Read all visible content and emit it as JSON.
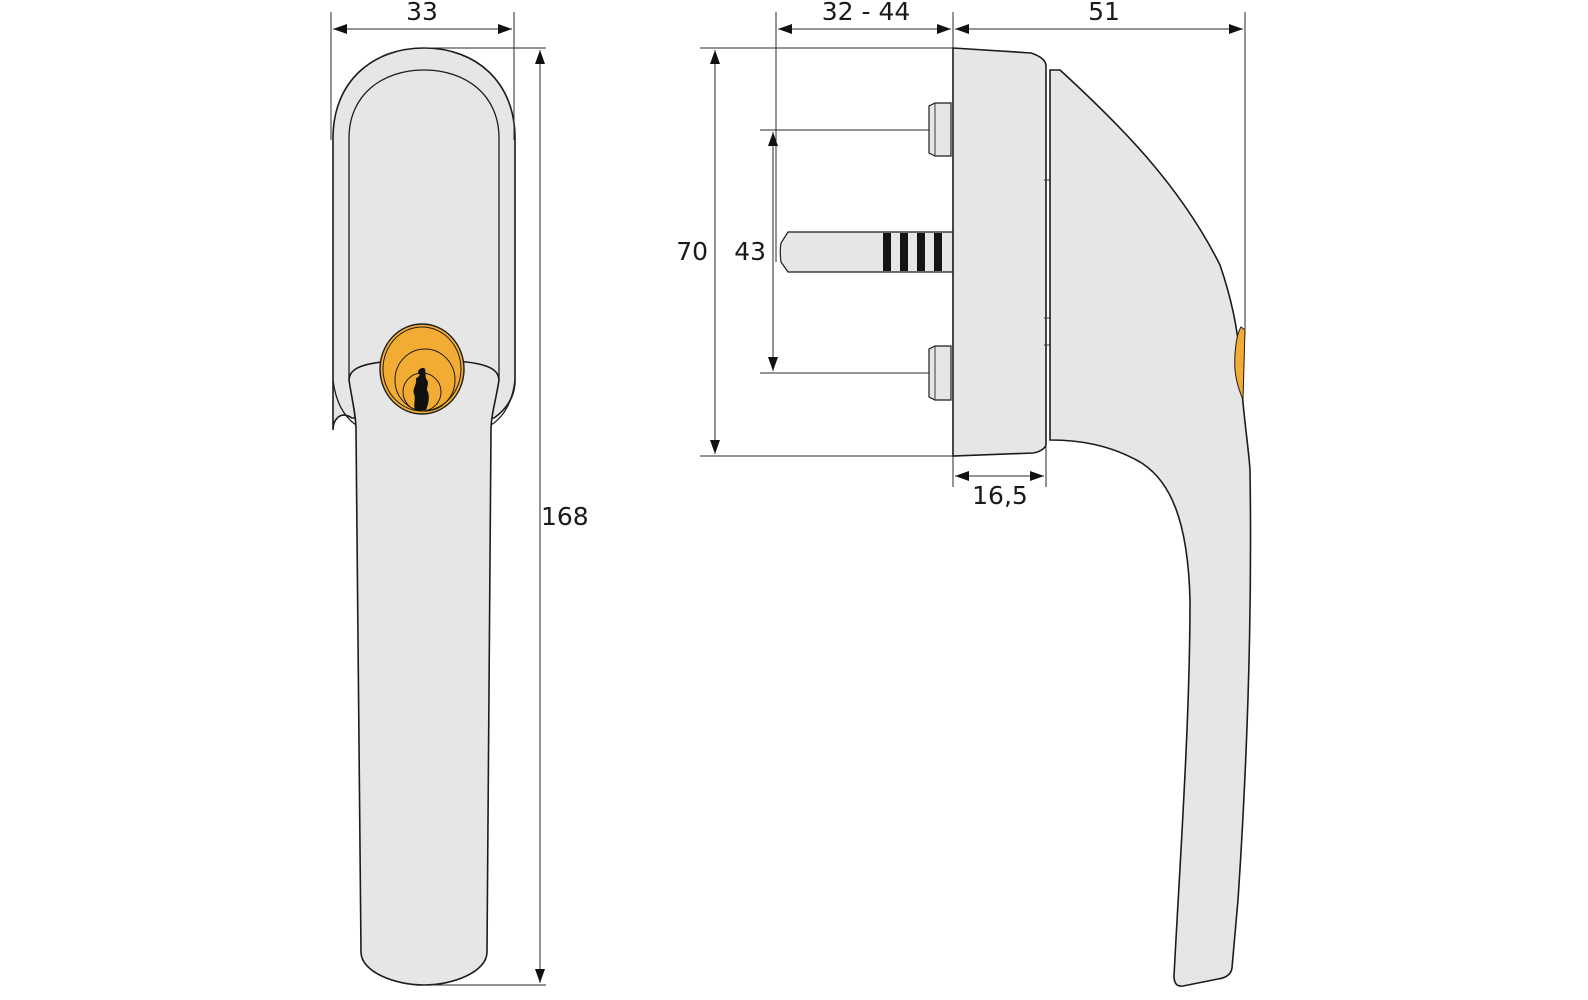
{
  "drawing": {
    "subject": "Window handle with lock cylinder",
    "views": [
      "front-view",
      "side-view"
    ],
    "colors": {
      "body": "#e6e6e7",
      "outline": "#1c1c1c",
      "cylinder": "#f2ab33",
      "background": "#ffffff"
    }
  },
  "front_view": {
    "width_label": "33",
    "height_label": "168"
  },
  "side_view": {
    "spindle_length_label": "32 - 44",
    "projection_label": "51",
    "rosette_height_label": "70",
    "screw_spacing_label": "43",
    "rosette_depth_label": "16,5"
  }
}
